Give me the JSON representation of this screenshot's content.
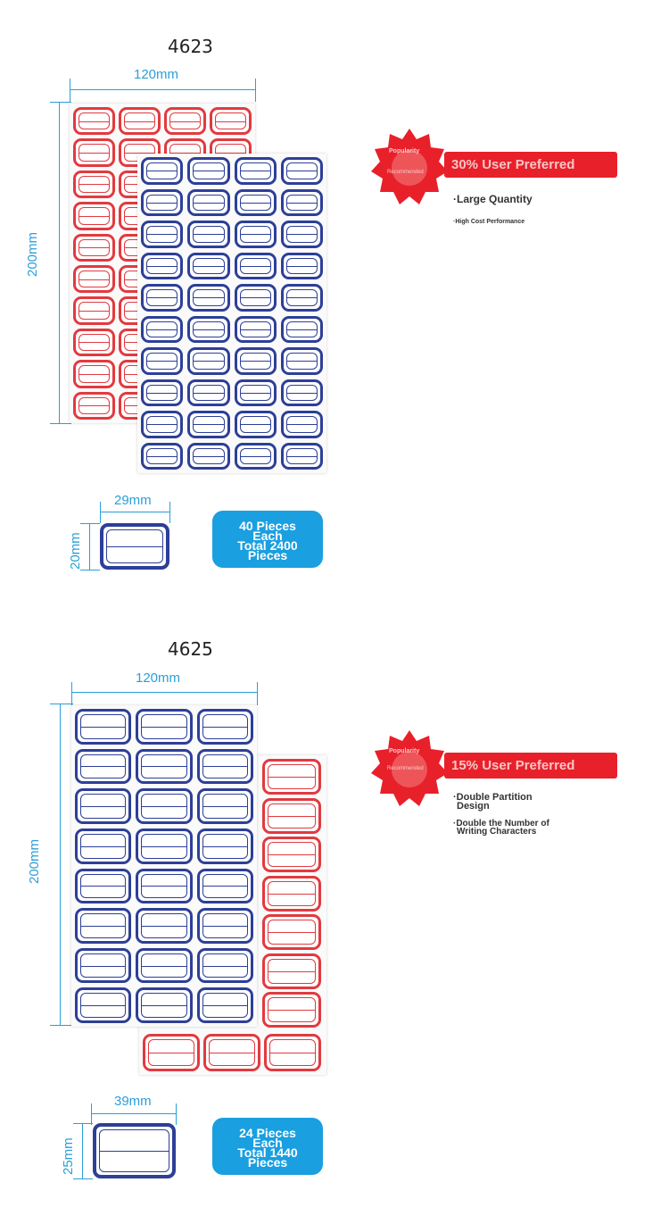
{
  "section1": {
    "model": "4623",
    "width_label": "120mm",
    "height_label": "200mm",
    "label_width": "29mm",
    "label_height": "20mm",
    "pieces": [
      "40 Pieces",
      "Each",
      "Total 2400",
      "Pieces"
    ],
    "badge": {
      "top": "Popularity",
      "bottom": "Recommended"
    },
    "preferred": "30% User Preferred",
    "features": [
      "·Large Quantity",
      "·High Cost Performance"
    ]
  },
  "section2": {
    "model": "4625",
    "width_label": "120mm",
    "height_label": "200mm",
    "label_width": "39mm",
    "label_height": "25mm",
    "pieces": [
      "24 Pieces",
      "Each",
      "Total 1440",
      "Pieces"
    ],
    "badge": {
      "top": "Popularity",
      "bottom": "Recommended"
    },
    "preferred": "15% User Preferred",
    "features": [
      "·Double Partition",
      "Design",
      "·Double the Number of",
      "Writing Characters"
    ]
  },
  "colors": {
    "blue_border": "#2d3f97",
    "red_border": "#e23a3f",
    "dimension": "#2a9fd8",
    "pill": "#1a9fe0",
    "preferred_bg": "#e8202a"
  }
}
